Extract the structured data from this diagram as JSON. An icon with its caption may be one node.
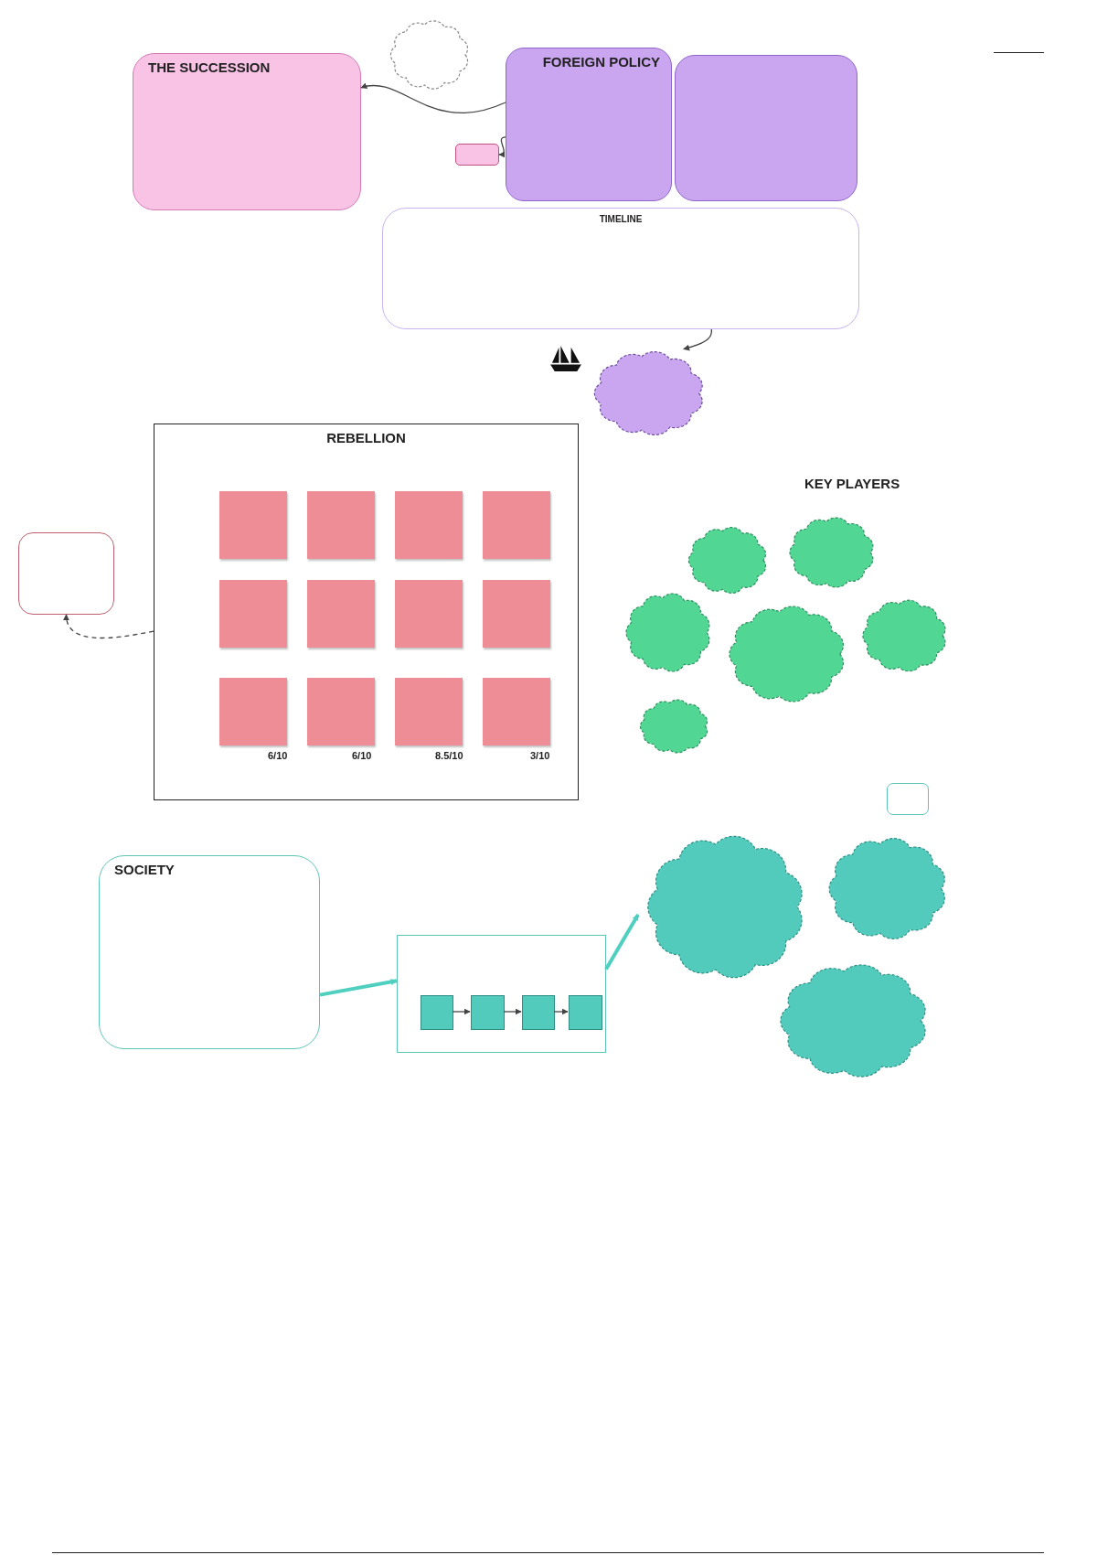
{
  "diagram": {
    "nodes": [
      {
        "text": [
          "THE SUCCESSION"
        ]
      },
      {
        "text": [],
        "shape": "cloud"
      },
      {
        "text": [
          "FOREIGN POLICY"
        ]
      },
      {
        "text": [],
        "shape": "box"
      },
      {
        "text": [],
        "shape": "box"
      },
      {
        "text": [
          "TIMELINE"
        ]
      },
      {
        "text": [],
        "shape": "cloud"
      },
      {
        "text": [
          "REBELLION"
        ]
      },
      {
        "text": [],
        "shape": "box",
        "in": 7
      },
      {
        "text": [],
        "shape": "box",
        "in": 7
      },
      {
        "text": [],
        "shape": "box",
        "in": 7
      },
      {
        "text": [],
        "shape": "box",
        "in": 7
      },
      {
        "text": [],
        "shape": "box",
        "in": 7
      },
      {
        "text": [],
        "shape": "box",
        "in": 7
      },
      {
        "text": [],
        "shape": "box",
        "in": 7
      },
      {
        "text": [],
        "shape": "box",
        "in": 7
      },
      {
        "text": [],
        "shape": "box",
        "in": 7
      },
      {
        "text": [],
        "shape": "box",
        "in": 7
      },
      {
        "text": [],
        "shape": "box",
        "in": 7
      },
      {
        "text": [],
        "shape": "box",
        "in": 7
      },
      {
        "text": [],
        "shape": "box"
      },
      {
        "text": [],
        "shape": "cloud"
      },
      {
        "text": [],
        "shape": "cloud"
      },
      {
        "text": [],
        "shape": "cloud"
      },
      {
        "text": [],
        "shape": "cloud"
      },
      {
        "text": [],
        "shape": "cloud"
      },
      {
        "text": [],
        "shape": "cloud"
      },
      {
        "text": [
          "SOCIETY"
        ]
      },
      {
        "text": [],
        "shape": "box"
      },
      {
        "text": [],
        "shape": "box",
        "in": 28
      },
      {
        "text": [],
        "shape": "box",
        "in": 28
      },
      {
        "text": [],
        "shape": "box",
        "in": 28
      },
      {
        "text": [],
        "shape": "box",
        "in": 28
      },
      {
        "text": [],
        "shape": "cloud"
      },
      {
        "text": [],
        "shape": "cloud"
      },
      {
        "text": [],
        "shape": "cloud"
      },
      {
        "text": [],
        "shape": "box"
      }
    ],
    "edges": [
      {
        "from": 2,
        "to": 0,
        "arrow": "to"
      },
      {
        "from": 2,
        "to": 4,
        "arrow": "to"
      },
      {
        "from": 5,
        "to": 6,
        "arrow": "to"
      },
      {
        "from": 7,
        "to": 20,
        "arrow": "to",
        "style": "dashed"
      },
      {
        "from": 27,
        "to": 28,
        "arrow": "to",
        "style": "thick",
        "color": "#4fcfbf"
      },
      {
        "from": 28,
        "to": 33,
        "arrow": "to",
        "style": "thick",
        "color": "#4fcfbf"
      },
      {
        "from": 29,
        "to": 30,
        "arrow": "to"
      },
      {
        "from": 30,
        "to": 31,
        "arrow": "to"
      },
      {
        "from": 31,
        "to": 32,
        "arrow": "to"
      }
    ],
    "labels": [
      "KEY PLAYERS",
      "6/10",
      "6/10",
      "8.5/10",
      "3/10"
    ]
  }
}
